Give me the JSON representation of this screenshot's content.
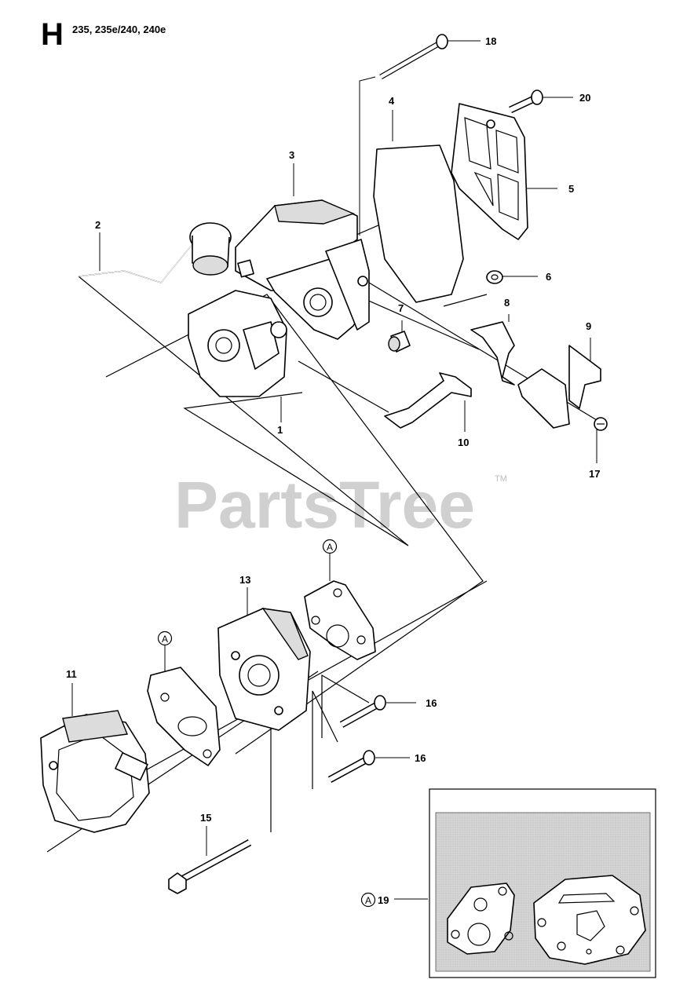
{
  "header": {
    "section": "H",
    "models": "235, 235e/240, 240e"
  },
  "watermark": {
    "text": "PartsTree",
    "trademark": "TM"
  },
  "callouts": {
    "c1": "1",
    "c2": "2",
    "c3": "3",
    "c4": "4",
    "c5": "5",
    "c6": "6",
    "c7": "7",
    "c8": "8",
    "c9": "9",
    "c10": "10",
    "c11": "11",
    "c13": "13",
    "c15": "15",
    "c16a": "16",
    "c16b": "16",
    "c17": "17",
    "c18": "18",
    "c19": "19",
    "c20": "20"
  },
  "kit_markers": {
    "m1": "A",
    "m2": "A",
    "m3": "A"
  },
  "colors": {
    "line": "#000000",
    "watermark": "#d0d0d0",
    "kit_fill": "#d6d6d6"
  }
}
